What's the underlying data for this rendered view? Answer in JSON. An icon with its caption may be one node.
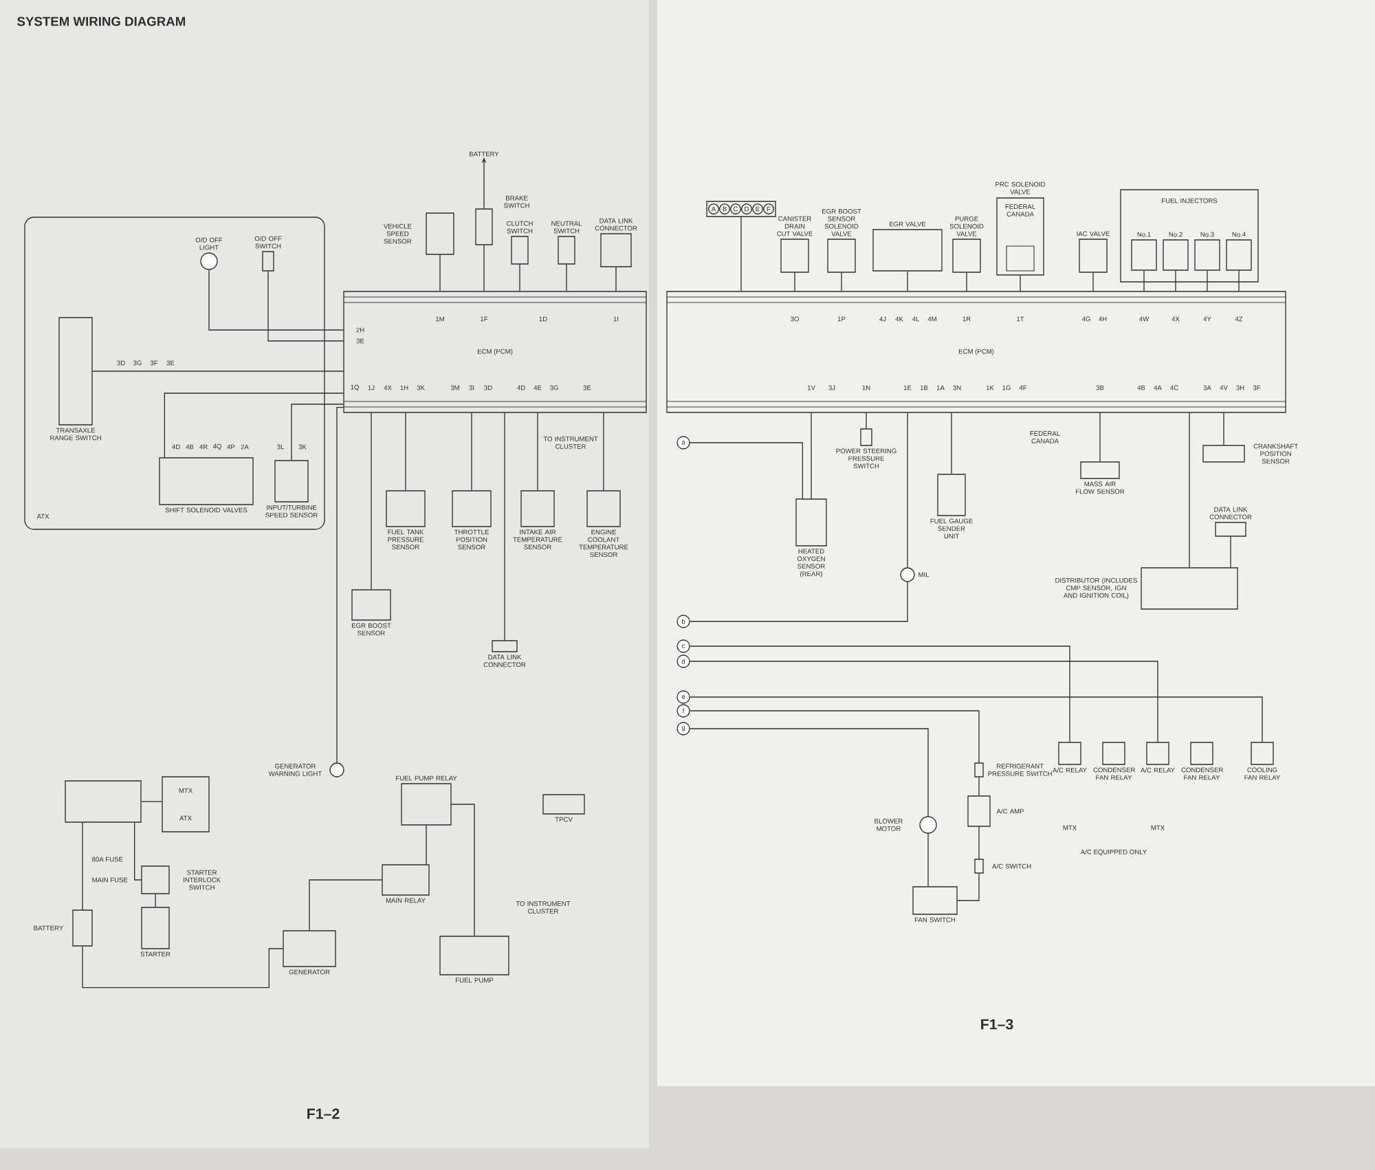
{
  "diagram": {
    "title": "SYSTEM WIRING DIAGRAM",
    "nodes": [
      {
        "text": [
          "ATX"
        ]
      },
      {
        "text": [
          "TRANSAXLE RANGE SWITCH"
        ],
        "in": 0
      },
      {
        "text": [
          "O/D OFF LIGHT"
        ],
        "in": 0
      },
      {
        "text": [
          "O/D OFF SWITCH"
        ],
        "in": 0
      },
      {
        "text": [
          "SHIFT SOLENOID VALVES"
        ],
        "in": 0
      },
      {
        "text": [
          "INPUT/TURBINE SPEED SENSOR"
        ],
        "in": 0
      },
      {
        "text": [
          "VEHICLE SPEED SENSOR"
        ]
      },
      {
        "text": [
          "BATTERY"
        ]
      },
      {
        "text": [
          "BRAKE SWITCH"
        ]
      },
      {
        "text": [
          "CLUTCH SWITCH"
        ]
      },
      {
        "text": [
          "NEUTRAL SWITCH"
        ]
      },
      {
        "text": [
          "DATA LINK CONNECTOR"
        ]
      },
      {
        "text": [
          "ECM (PCM)"
        ]
      },
      {
        "text": [
          "FUEL TANK PRESSURE SENSOR"
        ]
      },
      {
        "text": [
          "THROTTLE POSITION SENSOR"
        ]
      },
      {
        "text": [
          "INTAKE AIR TEMPERATURE SENSOR"
        ]
      },
      {
        "text": [
          "ENGINE COOLANT TEMPERATURE SENSOR"
        ]
      },
      {
        "text": [
          "EGR BOOST SENSOR"
        ]
      },
      {
        "text": [
          "DATA LINK CONNECTOR"
        ]
      },
      {
        "text": [
          "GENERATOR WARNING LIGHT"
        ]
      },
      {
        "text": [
          "FUEL PUMP RELAY"
        ]
      },
      {
        "text": [
          "MAIN RELAY"
        ]
      },
      {
        "text": [
          "FUEL PUMP"
        ]
      },
      {
        "text": [
          "GENERATOR"
        ]
      },
      {
        "text": [
          "STARTER INTERLOCK SWITCH"
        ]
      },
      {
        "text": [
          "STARTER"
        ]
      },
      {
        "text": [
          "BATTERY"
        ]
      },
      {
        "text": [],
        "shape": "box"
      },
      {
        "text": [
          "MTX",
          "ATX"
        ]
      },
      {
        "text": [
          "TPCV"
        ]
      },
      {
        "text": [
          "A",
          "B",
          "C",
          "D",
          "E",
          "F"
        ]
      },
      {
        "text": [
          "CANISTER DRAIN CUT VALVE"
        ]
      },
      {
        "text": [
          "EGR BOOST SENSOR SOLENOID VALVE"
        ]
      },
      {
        "text": [
          "EGR VALVE"
        ]
      },
      {
        "text": [
          "PURGE SOLENOID VALVE"
        ]
      },
      {
        "text": [
          "PRC SOLENOID VALVE",
          "FEDERAL CANADA"
        ]
      },
      {
        "text": [
          "IAC VALVE"
        ]
      },
      {
        "text": [
          "FUEL INJECTORS"
        ]
      },
      {
        "text": [
          "No.1"
        ],
        "in": 37
      },
      {
        "text": [
          "No.2"
        ],
        "in": 37
      },
      {
        "text": [
          "No.3"
        ],
        "in": 37
      },
      {
        "text": [
          "No.4"
        ],
        "in": 37
      },
      {
        "text": [
          "ECM (PCM)"
        ]
      },
      {
        "text": [
          "POWER STEERING PRESSURE SWITCH"
        ]
      },
      {
        "text": [
          "HEATED OXYGEN SENSOR (REAR)"
        ]
      },
      {
        "text": [
          "MIL"
        ]
      },
      {
        "text": [
          "FUEL GAUGE SENDER UNIT"
        ]
      },
      {
        "text": [
          "MASS AIR FLOW SENSOR"
        ]
      },
      {
        "text": [
          "CRANKSHAFT POSITION SENSOR"
        ]
      },
      {
        "text": [
          "DATA LINK CONNECTOR"
        ]
      },
      {
        "text": [
          "DISTRIBUTOR (INCLUDES CMP SENSOR, IGN AND IGNITION COIL)"
        ]
      },
      {
        "text": [
          "a"
        ]
      },
      {
        "text": [
          "b"
        ]
      },
      {
        "text": [
          "c"
        ]
      },
      {
        "text": [
          "d"
        ]
      },
      {
        "text": [
          "e"
        ]
      },
      {
        "text": [
          "f"
        ]
      },
      {
        "text": [
          "g"
        ]
      },
      {
        "text": [
          "REFRIGERANT PRESSURE SWITCH"
        ]
      },
      {
        "text": [
          "A/C AMP"
        ]
      },
      {
        "text": [
          "BLOWER MOTOR"
        ]
      },
      {
        "text": [
          "A/C SWITCH"
        ]
      },
      {
        "text": [
          "FAN SWITCH"
        ]
      },
      {
        "text": [
          "A/C RELAY"
        ]
      },
      {
        "text": [
          "CONDENSER FAN RELAY"
        ]
      },
      {
        "text": [
          "A/C RELAY"
        ]
      },
      {
        "text": [
          "CONDENSER FAN RELAY"
        ]
      },
      {
        "text": [
          "COOLING FAN RELAY"
        ]
      }
    ],
    "edges": [
      {
        "from": 1,
        "to": 12,
        "arrow": "none"
      },
      {
        "from": 2,
        "to": 12,
        "arrow": "none"
      },
      {
        "from": 3,
        "to": 12,
        "arrow": "none"
      },
      {
        "from": 4,
        "to": 12,
        "arrow": "none"
      },
      {
        "from": 5,
        "to": 12,
        "arrow": "none"
      },
      {
        "from": 6,
        "to": 12,
        "arrow": "none"
      },
      {
        "from": 8,
        "to": 7,
        "arrow": "to"
      },
      {
        "from": 8,
        "to": 12,
        "arrow": "none"
      },
      {
        "from": 9,
        "to": 12,
        "arrow": "none"
      },
      {
        "from": 10,
        "to": 12,
        "arrow": "none"
      },
      {
        "from": 11,
        "to": 12,
        "arrow": "none"
      },
      {
        "from": 13,
        "to": 12,
        "arrow": "none"
      },
      {
        "from": 14,
        "to": 12,
        "arrow": "none"
      },
      {
        "from": 15,
        "to": 12,
        "arrow": "none"
      },
      {
        "from": 16,
        "to": 12,
        "arrow": "none"
      },
      {
        "from": 17,
        "to": 12,
        "arrow": "none"
      },
      {
        "from": 18,
        "to": 12,
        "arrow": "none"
      },
      {
        "from": 19,
        "to": 12,
        "arrow": "none"
      },
      {
        "from": 20,
        "to": 21,
        "arrow": "none"
      },
      {
        "from": 20,
        "to": 22,
        "arrow": "none"
      },
      {
        "from": 21,
        "to": 23,
        "arrow": "none"
      },
      {
        "from": 27,
        "to": 26,
        "arrow": "none"
      },
      {
        "from": 26,
        "to": 23,
        "arrow": "none"
      },
      {
        "from": 24,
        "to": 25,
        "arrow": "none"
      },
      {
        "from": 27,
        "to": 24,
        "arrow": "none"
      },
      {
        "from": 27,
        "to": 28,
        "arrow": "none"
      },
      {
        "from": 30,
        "to": 42,
        "arrow": "none"
      },
      {
        "from": 31,
        "to": 42,
        "arrow": "none"
      },
      {
        "from": 32,
        "to": 42,
        "arrow": "none"
      },
      {
        "from": 33,
        "to": 42,
        "arrow": "none"
      },
      {
        "from": 34,
        "to": 42,
        "arrow": "none"
      },
      {
        "from": 35,
        "to": 42,
        "arrow": "none"
      },
      {
        "from": 36,
        "to": 42,
        "arrow": "none"
      },
      {
        "from": 38,
        "to": 42,
        "arrow": "none"
      },
      {
        "from": 39,
        "to": 42,
        "arrow": "none"
      },
      {
        "from": 40,
        "to": 42,
        "arrow": "none"
      },
      {
        "from": 41,
        "to": 42,
        "arrow": "none"
      },
      {
        "from": 43,
        "to": 42,
        "arrow": "none"
      },
      {
        "from": 44,
        "to": 42,
        "arrow": "none"
      },
      {
        "from": 45,
        "to": 42,
        "arrow": "none"
      },
      {
        "from": 46,
        "to": 42,
        "arrow": "none"
      },
      {
        "from": 47,
        "to": 42,
        "arrow": "none"
      },
      {
        "from": 48,
        "to": 42,
        "arrow": "none"
      },
      {
        "from": 50,
        "to": 42,
        "arrow": "none"
      },
      {
        "from": 49,
        "to": 50,
        "arrow": "none"
      },
      {
        "from": 51,
        "to": 44,
        "arrow": "none"
      },
      {
        "from": 52,
        "to": 45,
        "arrow": "none"
      },
      {
        "from": 53,
        "to": 63,
        "arrow": "none"
      },
      {
        "from": 54,
        "to": 65,
        "arrow": "none"
      },
      {
        "from": 55,
        "to": 67,
        "arrow": "none"
      },
      {
        "from": 56,
        "to": 58,
        "arrow": "none"
      },
      {
        "from": 57,
        "to": 60,
        "arrow": "none"
      },
      {
        "from": 58,
        "to": 59,
        "arrow": "none"
      },
      {
        "from": 59,
        "to": 61,
        "arrow": "none"
      },
      {
        "from": 61,
        "to": 62,
        "arrow": "none"
      },
      {
        "from": 60,
        "to": 62,
        "arrow": "none"
      }
    ],
    "labels": [
      "3D",
      "3G",
      "3F",
      "3E",
      "4D",
      "4B",
      "4R",
      "4Q",
      "4P",
      "2A",
      "3L",
      "3K",
      "2H",
      "3E",
      "1M",
      "1F",
      "1D",
      "1I",
      "1Q",
      "1J",
      "4X",
      "1H",
      "3K",
      "3M",
      "3I",
      "3D",
      "4D",
      "4E",
      "3G",
      "3E",
      "TO INSTRUMENT CLUSTER",
      "80A FUSE",
      "MAIN FUSE",
      "TO INSTRUMENT CLUSTER",
      "F1–2",
      "3O",
      "1P",
      "4J",
      "4K",
      "4L",
      "4M",
      "1R",
      "1T",
      "4G",
      "4H",
      "4W",
      "4X",
      "4Y",
      "4Z",
      "1V",
      "3J",
      "1N",
      "1E",
      "1B",
      "1A",
      "3N",
      "1K",
      "1G",
      "4F",
      "3B",
      "4B",
      "4A",
      "4C",
      "3A",
      "4V",
      "3H",
      "3F",
      "FEDERAL CANADA",
      "MTX",
      "MTX",
      "A/C EQUIPPED ONLY",
      "F1–3"
    ]
  }
}
